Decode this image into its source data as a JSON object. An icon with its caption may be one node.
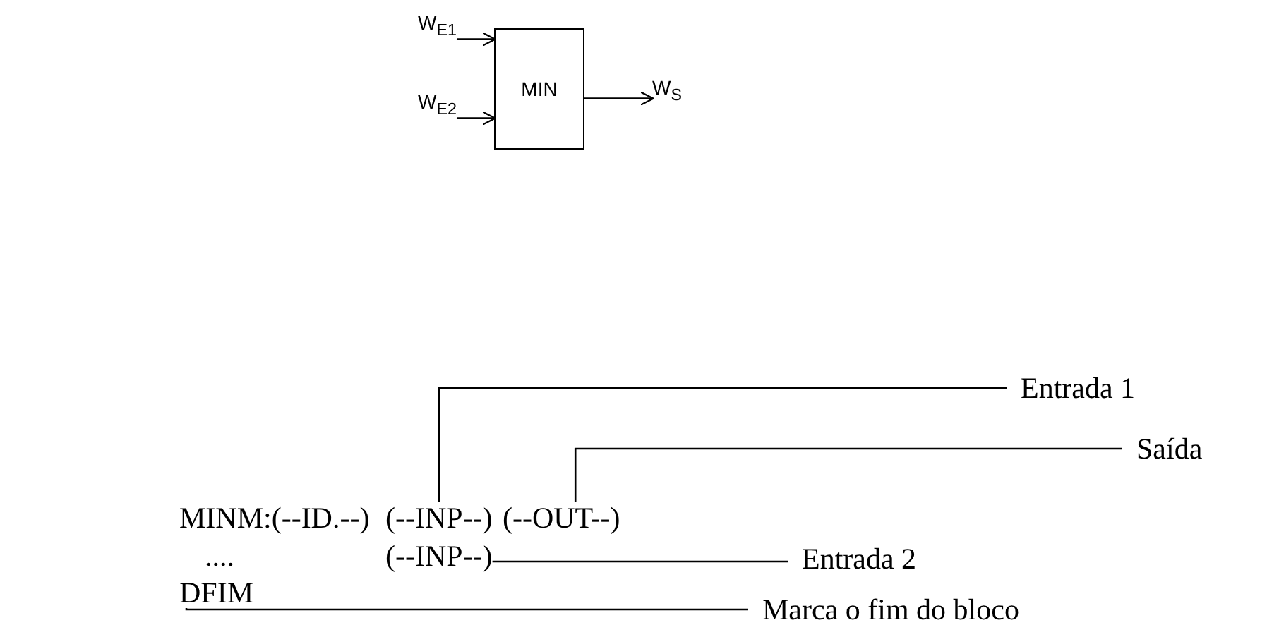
{
  "diagram": {
    "nodes": [
      {
        "text": [
          "W$_{E1}$"
        ]
      },
      {
        "text": [
          "W$_{E2}$"
        ]
      },
      {
        "text": [
          "MIN"
        ]
      },
      {
        "text": [
          "W$_{S}$"
        ]
      },
      {
        "text": [
          "MINM:(--ID.--)"
        ]
      },
      {
        "text": [
          "(--INP--)"
        ]
      },
      {
        "text": [
          "(--OUT--)"
        ]
      },
      {
        "text": [
          "(--INP--)"
        ]
      },
      {
        "text": [
          "DFIM"
        ]
      },
      {
        "text": [
          "Entrada 1"
        ]
      },
      {
        "text": [
          "Saída"
        ]
      },
      {
        "text": [
          "Entrada 2"
        ]
      },
      {
        "text": [
          "Marca o fim do bloco"
        ]
      }
    ],
    "edges": [
      {
        "from": 0,
        "to": 2,
        "arrow": "to"
      },
      {
        "from": 1,
        "to": 2,
        "arrow": "to"
      },
      {
        "from": 2,
        "to": 3,
        "arrow": "to"
      },
      {
        "from": 9,
        "to": 5,
        "arrow": "none"
      },
      {
        "from": 10,
        "to": 6,
        "arrow": "none"
      },
      {
        "from": 11,
        "to": 7,
        "arrow": "none"
      },
      {
        "from": 12,
        "to": 8,
        "arrow": "none"
      }
    ],
    "labels": [
      "...."
    ]
  }
}
